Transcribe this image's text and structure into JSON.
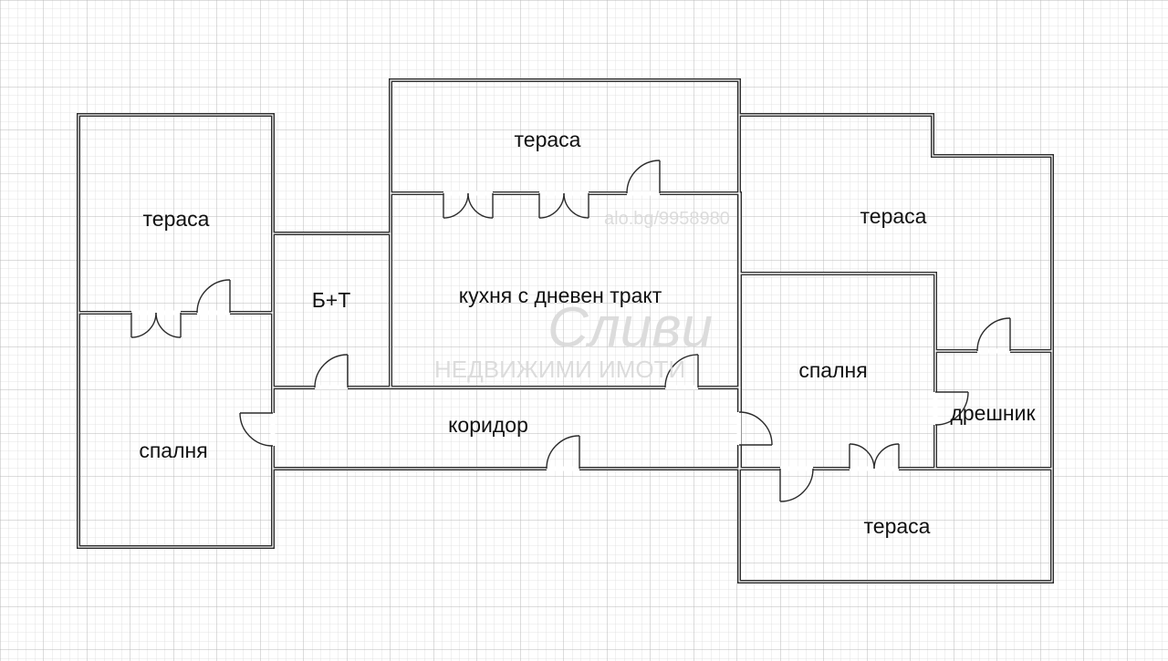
{
  "colors": {
    "background": "#ffffff",
    "grid_minor": "#dcdcdc",
    "grid_major": "#b8b8b8",
    "wall": "#2b2b2b",
    "label": "#111111",
    "watermark": "#d5d5d5"
  },
  "rooms": {
    "terrace_left": "тераса",
    "terrace_top": "тераса",
    "terrace_right": "тераса",
    "terrace_bottom_right": "тераса",
    "bathroom": "Б+Т",
    "kitchen": "кухня с дневен тракт",
    "bedroom_left": "спалня",
    "bedroom_right": "спалня",
    "corridor": "коридор",
    "closet": "дрешник"
  },
  "watermark": {
    "listing_id": "alo.bg/9958980",
    "brand_script": "Сливи",
    "brand_caption": "НЕДВИЖИМИ ИМОТИ"
  }
}
